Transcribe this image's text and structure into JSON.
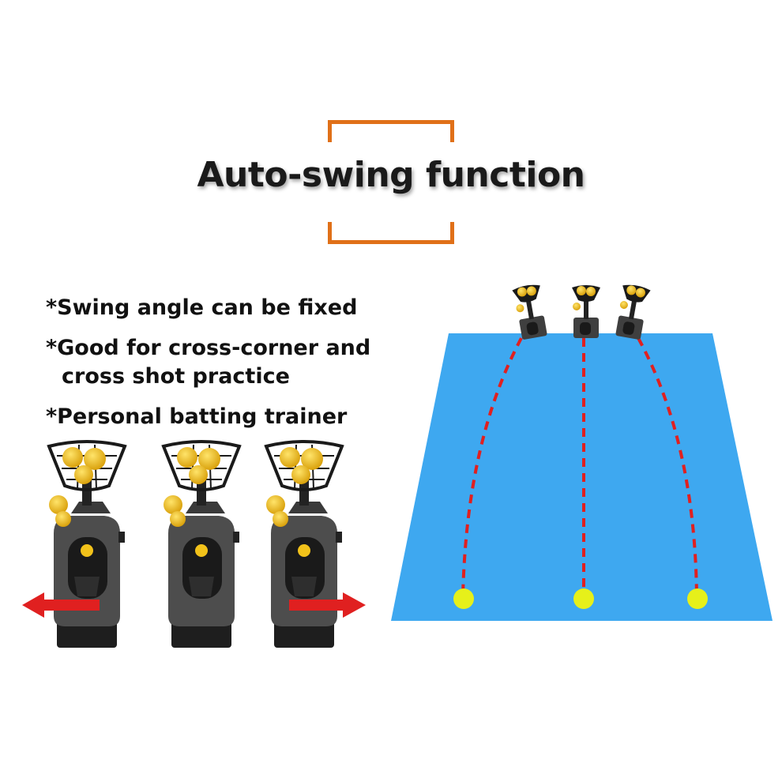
{
  "header": {
    "title": "Auto-swing function"
  },
  "features": [
    {
      "line1": "*Swing angle can be fixed"
    },
    {
      "line1": "*Good for cross-corner and",
      "line2": "cross shot practice"
    },
    {
      "line1": "*Personal batting trainer"
    }
  ],
  "colors": {
    "accent_bracket": "#e07018",
    "court": "#3ea8f0",
    "trajectory": "#e02020",
    "landing_ball": "#e6f01a",
    "swing_arrow": "#e02020",
    "machine_body": "#4a4a4a",
    "ball": "#f2c21a"
  },
  "machines": [
    {
      "id": "left",
      "arrow": "left"
    },
    {
      "id": "center",
      "arrow": "none"
    },
    {
      "id": "right",
      "arrow": "right"
    }
  ],
  "court": {
    "lanes": [
      "left",
      "center",
      "right"
    ]
  }
}
